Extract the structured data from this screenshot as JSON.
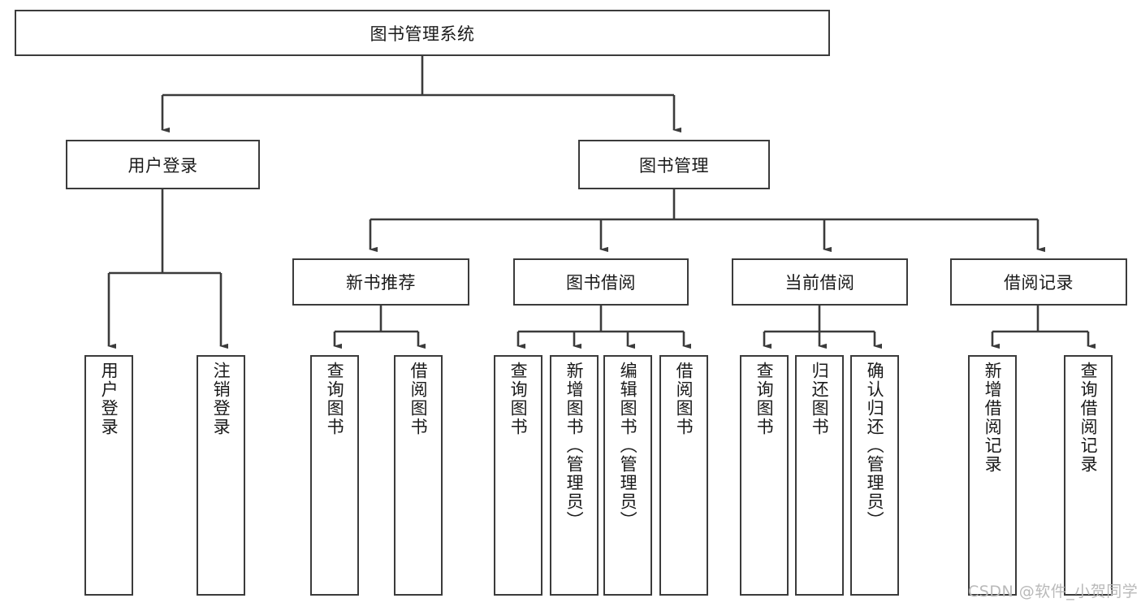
{
  "diagram": {
    "title": "图书管理系统",
    "type": "tree-hierarchy",
    "watermark": "CSDN @软件_小贺同学",
    "colors": {
      "background": "#ffffff",
      "box_border": "#3b3b3b",
      "box_fill": "#ffffff",
      "edge": "#3b3b3b",
      "text": "#1a1a1a",
      "watermark": "#b9b9b9"
    },
    "root": {
      "label": "图书管理系统"
    },
    "level1": [
      {
        "label": "用户登录"
      },
      {
        "label": "图书管理"
      }
    ],
    "level2": [
      {
        "label": "新书推荐"
      },
      {
        "label": "图书借阅"
      },
      {
        "label": "当前借阅"
      },
      {
        "label": "借阅记录"
      }
    ],
    "leaves": {
      "user_login": [
        {
          "label": "用户登录"
        },
        {
          "label": "注销登录"
        }
      ],
      "new_book": [
        {
          "label": "查询图书"
        },
        {
          "label": "借阅图书"
        }
      ],
      "book_borrow": [
        {
          "label": "查询图书"
        },
        {
          "label": "新增图书（管理员）"
        },
        {
          "label": "编辑图书（管理员）"
        },
        {
          "label": "借阅图书"
        }
      ],
      "current_borrow": [
        {
          "label": "查询图书"
        },
        {
          "label": "归还图书"
        },
        {
          "label": "确认归还（管理员）"
        }
      ],
      "borrow_record": [
        {
          "label": "新增借阅记录"
        },
        {
          "label": "查询借阅记录"
        }
      ]
    }
  }
}
